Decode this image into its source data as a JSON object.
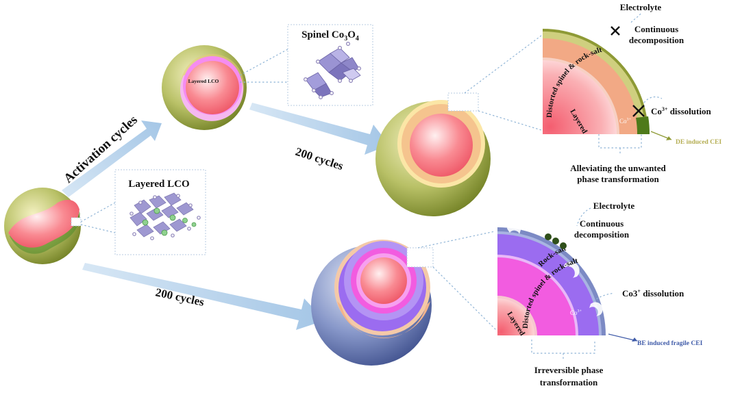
{
  "labels": {
    "activation": "Activation cycles",
    "cycles_top": "200 cycles",
    "cycles_bottom": "200 cycles",
    "layered_lco_box": "Layered LCO",
    "layered_lco_inner": "Layered LCO",
    "spinel_prefix": "Spinel Co",
    "spinel_sub1": "3",
    "spinel_mid": "O",
    "spinel_sub2": "4"
  },
  "top_panel": {
    "electrolyte": "Electrolyte",
    "decomp_1": "Continuous",
    "decomp_2": "decomposition",
    "ring_label": "Distorted spinel & rock-salt",
    "core_label": "Layered",
    "co_ion": "Co",
    "co_ion_sup": "3+",
    "dissolution_main": "Co",
    "dissolution_sup": "3+",
    "dissolution_tail": " dissolution",
    "cei": "DE induced CEI",
    "note_1": "Alleviating the unwanted",
    "note_2": "phase transformation"
  },
  "bottom_panel": {
    "electrolyte": "Electrolyte",
    "decomp_1": "Continuous",
    "decomp_2": "decomposition",
    "rock_salt": "Rock-salt",
    "ring_label": "Distorted spinel & rock-salt",
    "core_label": "Layered",
    "co_ion": "Co",
    "co_ion_sup": "3+",
    "dissolution_main": "Co3",
    "dissolution_sup": "+",
    "dissolution_tail": " dissolution",
    "cei": "BE induced  fragile CEI",
    "note_1": "Irreversible phase",
    "note_2": "transformation"
  },
  "colors": {
    "green_shell": "#8f9e3c",
    "pink_core": "#f4707a",
    "blue_shell": "#5d6fae",
    "purple_ring": "#9b6cf0",
    "magenta_ring": "#f25ce0",
    "peach_ring": "#f3b48c",
    "arrow_blue": "#a9cbe8"
  }
}
